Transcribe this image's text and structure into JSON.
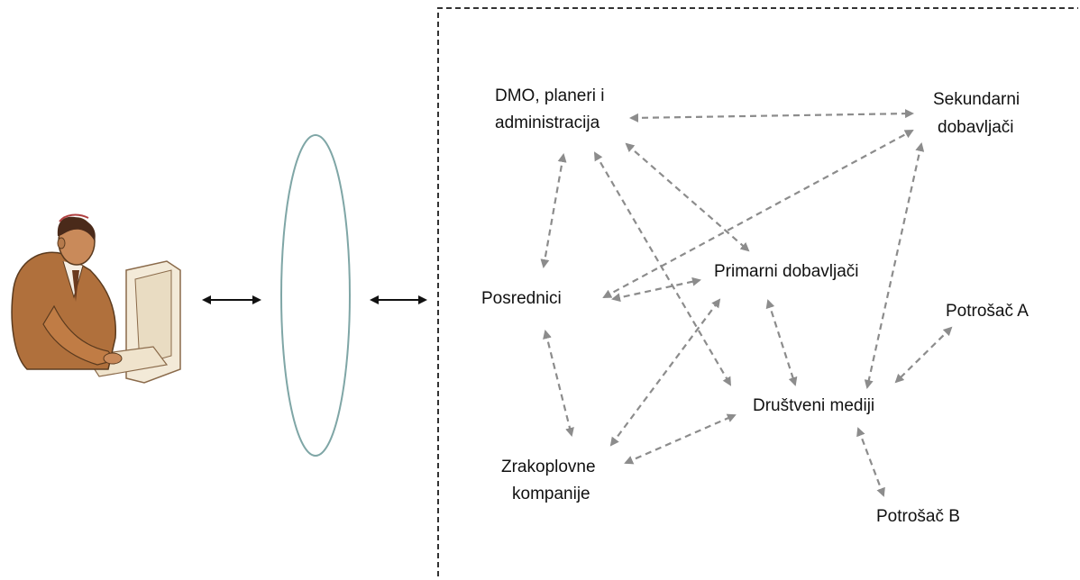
{
  "nodes": {
    "dmo": {
      "line1": "DMO, planeri i",
      "line2": "administracija"
    },
    "sekundarni": {
      "line1": "Sekundarni",
      "line2": "dobavljači"
    },
    "posrednici": {
      "line1": "Posrednici"
    },
    "primarni": {
      "line1": "Primarni dobavljači"
    },
    "potrosac_a": {
      "line1": "Potrošač A"
    },
    "drustveni": {
      "line1": "Društveni mediji"
    },
    "zrakoplovne": {
      "line1": "Zrakoplovne",
      "line2": "kompanije"
    },
    "potrosac_b": {
      "line1": "Potrošač B"
    }
  },
  "colors": {
    "dashed_arrow": "#8c8c8c",
    "solid_arrow": "#111111",
    "ellipse_stroke": "#7fa6a6",
    "frame": "#333333",
    "skin": "#c98a5a",
    "jacket": "#b0703c",
    "monitor": "#f3ead8"
  }
}
